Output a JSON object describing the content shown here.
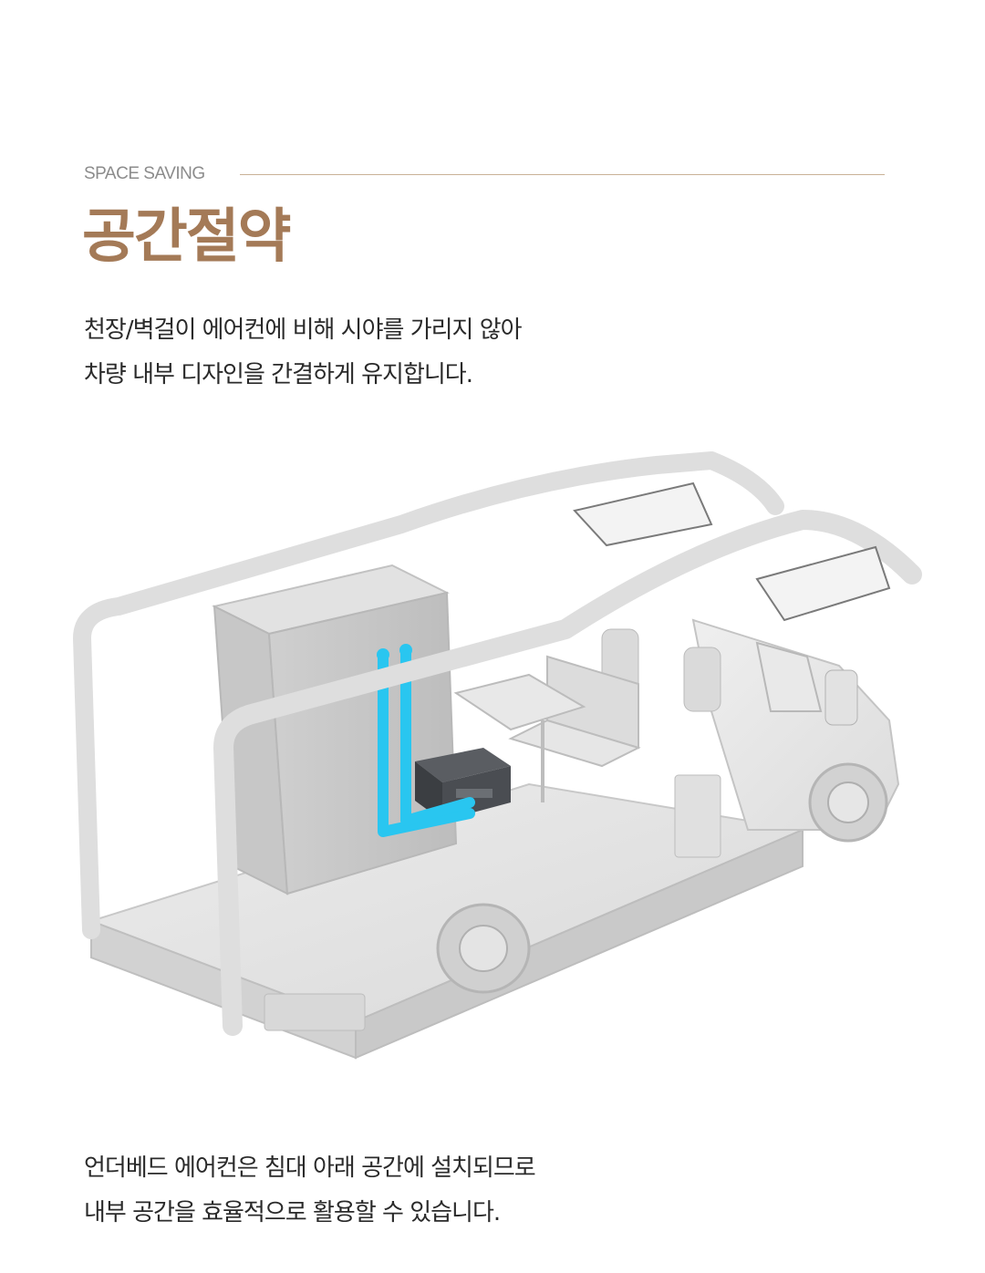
{
  "section": {
    "eyebrow": "SPACE SAVING",
    "title": "공간절약"
  },
  "intro": {
    "lines": [
      "천장/벽걸이 에어컨에 비해 시야를 가리지 않아",
      "차량 내부 디자인을 간결하게 유지합니다."
    ]
  },
  "illustration": {
    "subject": "camper-van-cutaway",
    "highlight_color": "#29c6f0",
    "body_color": "#e6e6e6"
  },
  "outro": {
    "lines": [
      "언더베드 에어컨은 침대 아래 공간에 설치되므로",
      "내부 공간을 효율적으로 활용할 수 있습니다."
    ]
  },
  "colors": {
    "accent": "#a47a57",
    "rule": "#c9b297",
    "eyebrow": "#8c8c8c",
    "text": "#2a2a2a"
  }
}
